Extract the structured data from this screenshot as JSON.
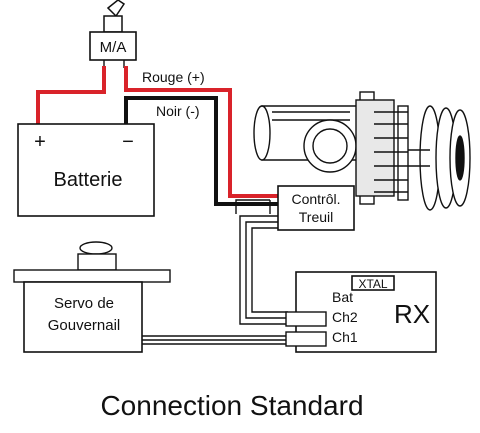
{
  "diagram": {
    "title": "Connection Standard",
    "switch_label": "M/A",
    "battery_label": "Batterie",
    "battery_plus": "+",
    "battery_minus": "−",
    "red_wire_label": "Rouge (+)",
    "black_wire_label": "Noir (-)",
    "controller_line1": "Contrôl.",
    "controller_line2": "Treuil",
    "servo_line1": "Servo de",
    "servo_line2": "Gouvernail",
    "receiver_label": "RX",
    "crystal_label": "XTAL",
    "rx_pins": [
      "Bat",
      "Ch2",
      "Ch1"
    ],
    "colors": {
      "positive_wire": "#d9232a",
      "negative_wire": "#111111"
    }
  }
}
